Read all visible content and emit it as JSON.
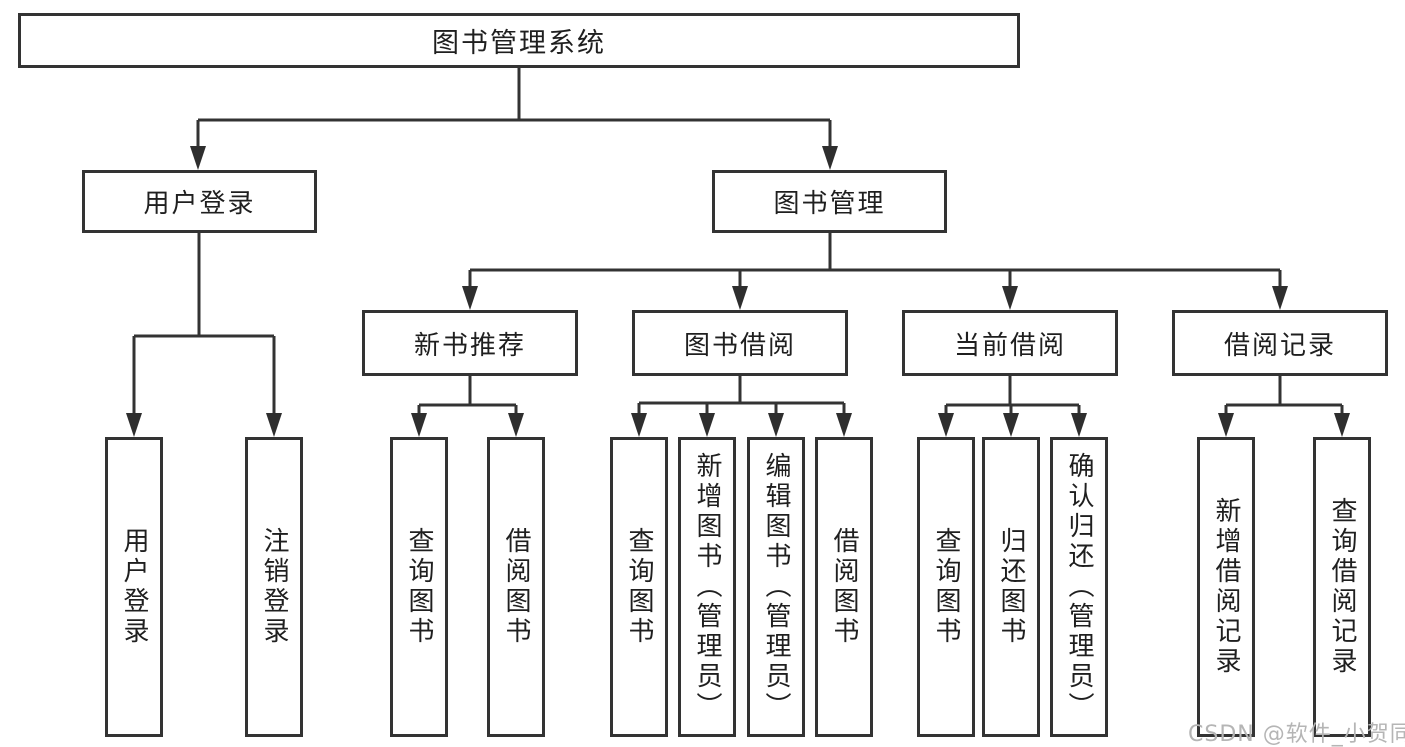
{
  "diagram": {
    "type": "tree",
    "title": "图书管理系统",
    "watermark": "CSDN @软件_小贺同学",
    "colors": {
      "line": "#333333",
      "box_border": "#333333",
      "text": "#1f1f1f",
      "watermark": "#b5b5b5",
      "background": "#ffffff"
    },
    "nodes": {
      "root": {
        "label": "图书管理系统"
      },
      "user_login": {
        "label": "用户登录"
      },
      "book_mgmt": {
        "label": "图书管理"
      },
      "new_books": {
        "label": "新书推荐"
      },
      "book_borrow": {
        "label": "图书借阅"
      },
      "current_borrow": {
        "label": "当前借阅"
      },
      "borrow_records": {
        "label": "借阅记录"
      }
    },
    "leaves": {
      "user_login": [
        "用户登录",
        "注销登录"
      ],
      "new_books": [
        "查询图书",
        "借阅图书"
      ],
      "book_borrow": [
        "查询图书",
        "新增图书（管理员）",
        "编辑图书（管理员）",
        "借阅图书"
      ],
      "current_borrow": [
        "查询图书",
        "归还图书",
        "确认归还（管理员）"
      ],
      "borrow_records": [
        "新增借阅记录",
        "查询借阅记录"
      ]
    },
    "edges": [
      "图书管理系统 -> 用户登录",
      "图书管理系统 -> 图书管理",
      "用户登录 -> 用户登录",
      "用户登录 -> 注销登录",
      "图书管理 -> 新书推荐",
      "图书管理 -> 图书借阅",
      "图书管理 -> 当前借阅",
      "图书管理 -> 借阅记录",
      "新书推荐 -> 查询图书",
      "新书推荐 -> 借阅图书",
      "图书借阅 -> 查询图书",
      "图书借阅 -> 新增图书（管理员）",
      "图书借阅 -> 编辑图书（管理员）",
      "图书借阅 -> 借阅图书",
      "当前借阅 -> 查询图书",
      "当前借阅 -> 归还图书",
      "当前借阅 -> 确认归还（管理员）",
      "借阅记录 -> 新增借阅记录",
      "借阅记录 -> 查询借阅记录"
    ]
  }
}
